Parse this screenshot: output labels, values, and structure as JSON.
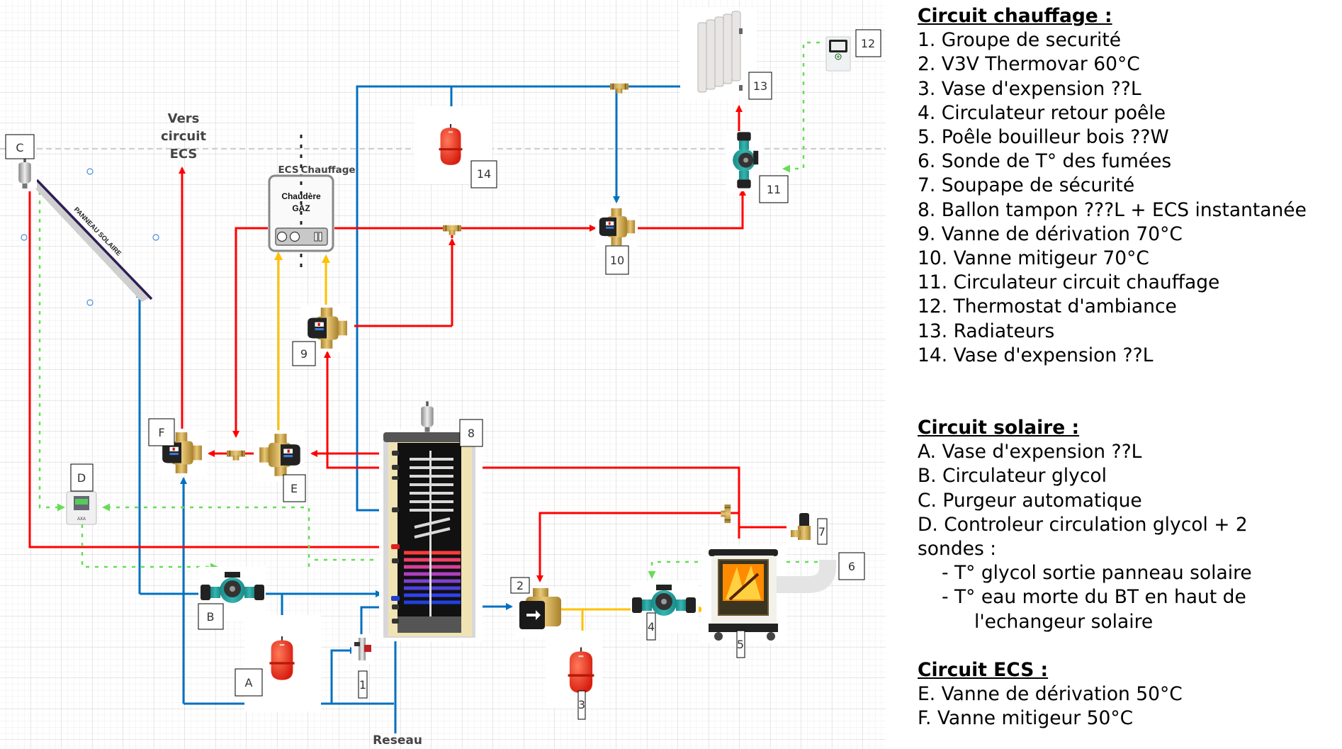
{
  "diagram": {
    "annotations": {
      "vers_line1": "Vers",
      "vers_line2": "circuit",
      "vers_line3": "ECS",
      "boiler_ecs": "ECS",
      "boiler_chauffage": "Chauffage",
      "boiler_name_line1": "Chaudère",
      "boiler_name_line2": "GAZ",
      "panel_label": "PANNEAU SOLAIRE",
      "network": "Reseau"
    },
    "tags": {
      "t1": "1",
      "t2": "2",
      "t3": "3",
      "t4": "4",
      "t5": "5",
      "t6": "6",
      "t7": "7",
      "t8": "8",
      "t9": "9",
      "t10": "10",
      "t11": "11",
      "t12": "12",
      "t13": "13",
      "t14": "14",
      "tA": "A",
      "tB": "B",
      "tC": "C",
      "tD": "D",
      "tE": "E",
      "tF": "F"
    },
    "colors": {
      "hot": "#ff0000",
      "cold": "#0070c0",
      "boiler_feed": "#ffc000",
      "signal": "#66dd55"
    }
  },
  "legend": {
    "heating": {
      "title": "Circuit chauffage :",
      "items": [
        "1. Groupe de securité",
        "2. V3V Thermovar 60°C",
        "3. Vase d'expension ??L",
        "4. Circulateur  retour poêle",
        "5. Poêle bouilleur bois ??W",
        "6. Sonde de T° des fumées",
        "7. Soupape de sécurité",
        "8. Ballon tampon ???L + ECS instantanée",
        "9. Vanne de dérivation  70°C",
        "10. Vanne mitigeur 70°C",
        "11. Circulateur circuit chauffage",
        "12. Thermostat d'ambiance",
        "13. Radiateurs",
        "14. Vase d'expension ??L"
      ]
    },
    "solar": {
      "title": "Circuit solaire :",
      "items": [
        "A. Vase d'expension ??L",
        "B. Circulateur glycol",
        "C. Purgeur automatique",
        "D. Controleur circulation glycol + 2",
        "sondes :"
      ],
      "sub_items": [
        "- T° glycol sortie panneau solaire",
        "- T° eau morte du BT en haut de"
      ],
      "sub_continuation": "l'echangeur solaire"
    },
    "ecs": {
      "title": "Circuit ECS :",
      "items": [
        "E. Vanne de dérivation 50°C",
        "F. Vanne mitigeur 50°C"
      ]
    }
  }
}
